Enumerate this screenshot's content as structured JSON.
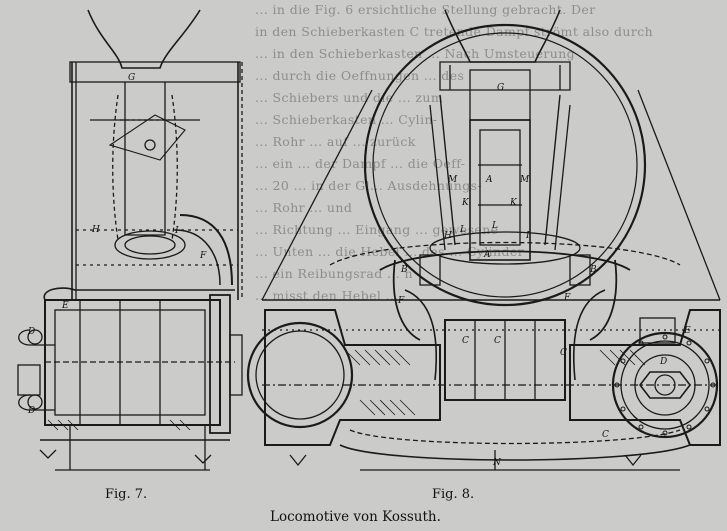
{
  "figure_captions": {
    "fig7": "Fig. 7.",
    "fig8": "Fig. 8."
  },
  "figure_title": "Locomotive von Kossuth.",
  "background_text": [
    "... in die Fig. 6 ersichtliche Stellung gebracht. Der",
    "in den Schieberkasten C tretende Dampf strömt also durch",
    "... in den Schieberkasten ... Nach Umsteuerung",
    "... durch die Oeffnungen ... des",
    "... Schiebers und die ... zum",
    "... Schieberkasten ... Cylin-",
    "... Rohr ... auf ... zurück",
    "... ein ... der Dampf ... die Oeff-",
    "... 20 ... in der Gl... Ausdehnungs-",
    "... Rohr ... und",
    "... Richtung ... Eingang ... gewesene",
    "... Unten ... die Hebel ... des ... Cylinder",
    "... ein Reibungsrad ... n",
    "... misst den Hebel ..."
  ],
  "labels": {
    "fig7": [
      "G",
      "H",
      "I",
      "F",
      "E",
      "D",
      "D"
    ],
    "fig8": [
      "G",
      "M",
      "M",
      "A",
      "K",
      "K",
      "L",
      "L",
      "H",
      "I",
      "A",
      "B",
      "B",
      "F",
      "F",
      "C",
      "C",
      "C",
      "C",
      "E",
      "D",
      "N"
    ]
  }
}
